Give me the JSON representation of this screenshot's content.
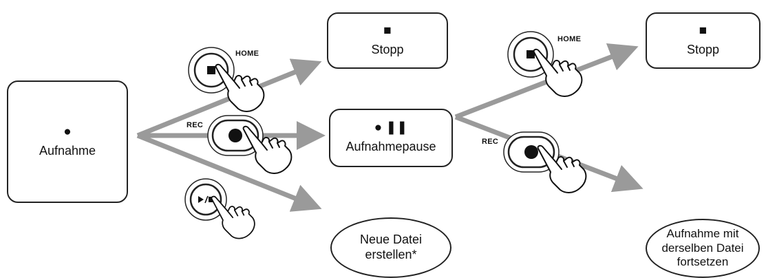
{
  "states": {
    "recording": {
      "symbol": "●",
      "label": "Aufnahme"
    },
    "stop1": {
      "symbol": "■",
      "label": "Stopp"
    },
    "pause": {
      "symbol": "● ❚❚",
      "label": "Aufnahmepause"
    },
    "newfile": {
      "label_line1": "Neue Datei",
      "label_line2": "erstellen*"
    },
    "stop2": {
      "symbol": "■",
      "label": "Stopp"
    },
    "continue": {
      "label_line1": "Aufnahme mit",
      "label_line2": "derselben Datei",
      "label_line3": "fortsetzen"
    }
  },
  "buttons": {
    "home1": {
      "label": "HOME",
      "icon": "stop-square-icon"
    },
    "rec1": {
      "label": "REC",
      "icon": "record-dot-icon"
    },
    "playstop": {
      "icon": "play-stop-icon",
      "glyph": "►/■"
    },
    "home2": {
      "label": "HOME",
      "icon": "stop-square-icon"
    },
    "rec2": {
      "label": "REC",
      "icon": "record-dot-icon"
    }
  },
  "colors": {
    "arrow": "#9a9a9a",
    "outline": "#222222",
    "fill": "#111111"
  }
}
